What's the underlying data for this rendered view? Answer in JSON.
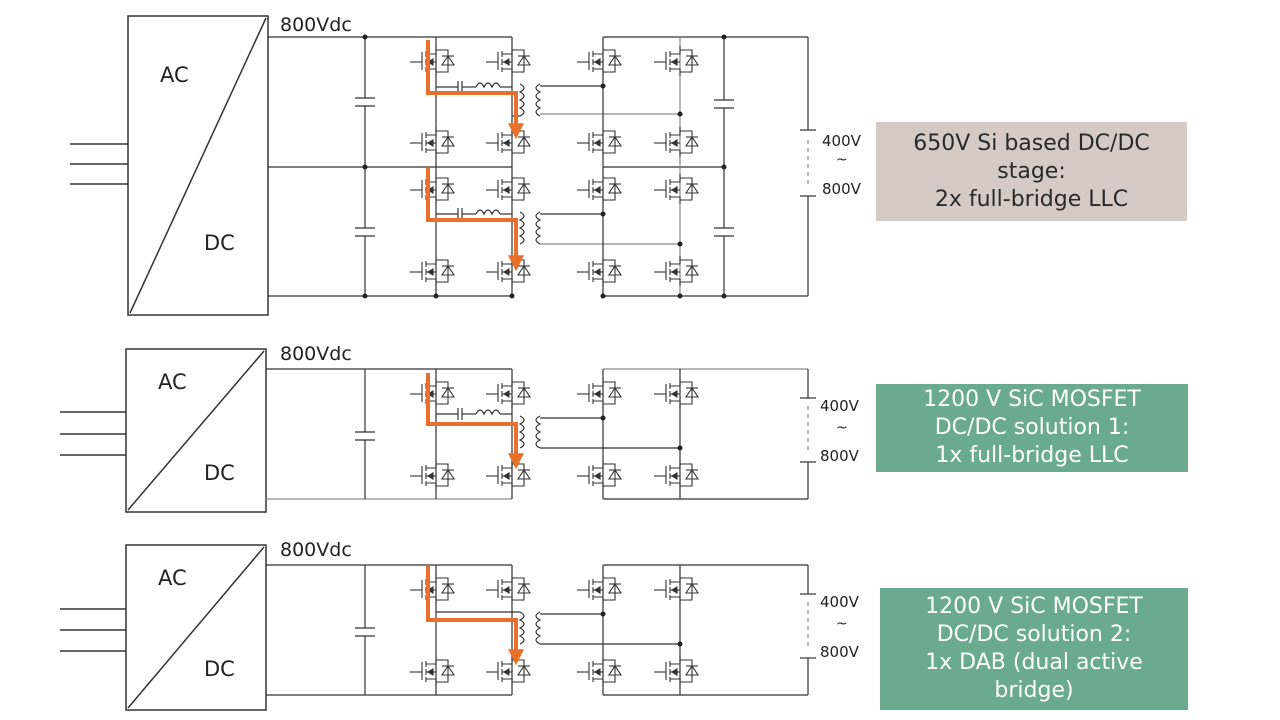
{
  "colors": {
    "wire": "#333333",
    "wire_light": "#8a8a8a",
    "current_path": "#e8702a",
    "box_si": "#d6cbc4",
    "box_sic": "#6aaa8e",
    "box_si_text": "#2a2a2a",
    "box_sic_text": "#ffffff"
  },
  "stages": [
    {
      "converter": {
        "ac": "AC",
        "dc": "DC"
      },
      "bus_label": "800Vdc",
      "output": {
        "high": "400V",
        "tilde": "~",
        "low": "800V"
      },
      "description": [
        "650V Si based DC/DC",
        "stage:",
        "2x full-bridge LLC"
      ]
    },
    {
      "converter": {
        "ac": "AC",
        "dc": "DC"
      },
      "bus_label": "800Vdc",
      "output": {
        "high": "400V",
        "tilde": "~",
        "low": "800V"
      },
      "description": [
        "1200 V SiC MOSFET",
        "DC/DC solution 1:",
        "1x full-bridge LLC"
      ]
    },
    {
      "converter": {
        "ac": "AC",
        "dc": "DC"
      },
      "bus_label": "800Vdc",
      "output": {
        "high": "400V",
        "tilde": "~",
        "low": "800V"
      },
      "description": [
        "1200 V SiC MOSFET",
        "DC/DC solution 2:",
        "1x DAB (dual active",
        "bridge)"
      ]
    }
  ]
}
